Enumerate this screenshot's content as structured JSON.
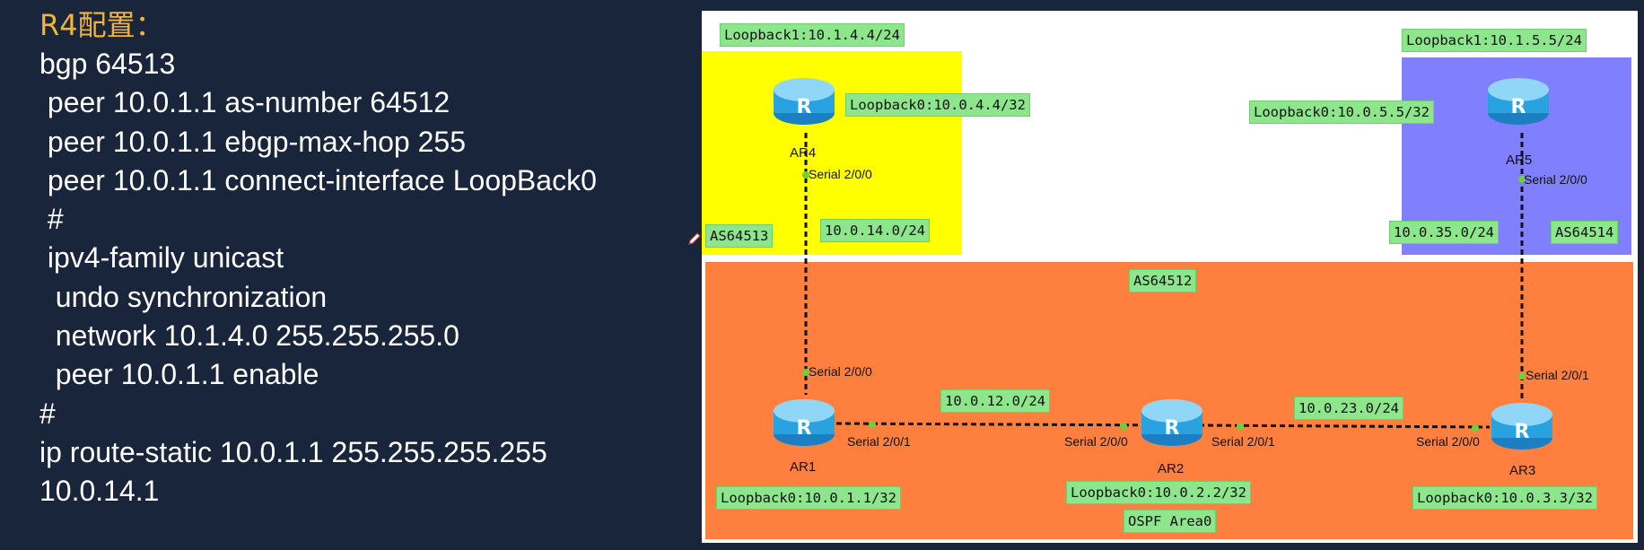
{
  "config": {
    "title": "R4配置：",
    "lines": [
      "bgp 64513",
      " peer 10.0.1.1 as-number 64512",
      " peer 10.0.1.1 ebgp-max-hop 255",
      " peer 10.0.1.1 connect-interface LoopBack0",
      " #",
      " ipv4-family unicast",
      "  undo synchronization",
      "  network 10.1.4.0 255.255.255.0",
      "  peer 10.0.1.1 enable",
      "#",
      "ip route-static 10.0.1.1 255.255.255.255",
      "10.0.14.1"
    ]
  },
  "topology": {
    "colors": {
      "as64513": "#ffff00",
      "as64514": "#8080ff",
      "as64512": "#ff7f3f",
      "tag": "#8de58c",
      "link_dot": "#6cd13c"
    },
    "tags": {
      "ar4_lb1": "Loopback1:10.1.4.4/24",
      "ar4_lb0": "Loopback0:10.0.4.4/32",
      "ar5_lb1": "Loopback1:10.1.5.5/24",
      "ar5_lb0": "Loopback0:10.0.5.5/32",
      "as64513": "AS64513",
      "net_14": "10.0.14.0/24",
      "net_35": "10.0.35.0/24",
      "as64514": "AS64514",
      "as64512": "AS64512",
      "net_12": "10.0.12.0/24",
      "net_23": "10.0.23.0/24",
      "ar1_lb0": "Loopback0:10.0.1.1/32",
      "ar2_lb0": "Loopback0:10.0.2.2/32",
      "ar3_lb0": "Loopback0:10.0.3.3/32",
      "ospf": "OSPF Area0"
    },
    "devices": {
      "ar4": "AR4",
      "ar5": "AR5",
      "ar1": "AR1",
      "ar2": "AR2",
      "ar3": "AR3"
    },
    "interfaces": {
      "ar4_s0": "Serial 2/0/0",
      "ar5_s0": "Serial 2/0/0",
      "ar1_s0": "Serial 2/0/0",
      "ar1_s1": "Serial 2/0/1",
      "ar2_s0": "Serial 2/0/0",
      "ar2_s1": "Serial 2/0/1",
      "ar3_s0": "Serial 2/0/0",
      "ar3_s1": "Serial 2/0/1"
    }
  }
}
